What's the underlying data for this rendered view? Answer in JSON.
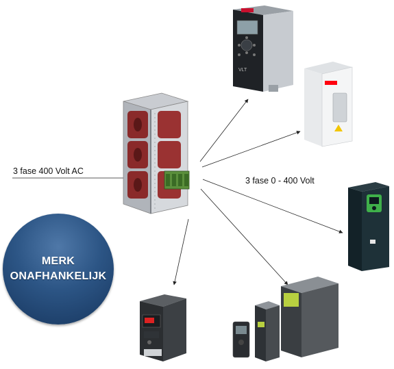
{
  "labels": {
    "input": "3 fase 400 Volt AC",
    "output": "3 fase 0 - 400 Volt"
  },
  "badge": {
    "line1": "MERK",
    "line2": "ONAFHANKELIJK"
  },
  "devices": {
    "danfoss_panel_logo": "VLT"
  },
  "colors": {
    "badge": "#2c5585",
    "choke_coil": "#8a2a2a",
    "schneider_accent": "#3fb04a",
    "arrow": "#222222"
  }
}
